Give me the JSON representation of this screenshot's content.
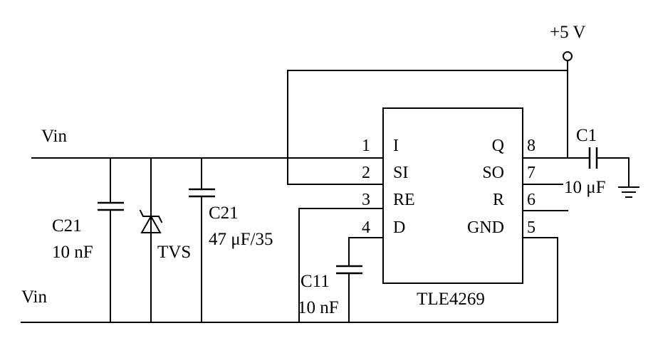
{
  "supply": {
    "label": "+5 V"
  },
  "nets": {
    "vin_top": "Vin",
    "vin_bottom": "Vin"
  },
  "ic": {
    "name": "TLE4269",
    "left_pins": [
      {
        "num": "1",
        "name": "I"
      },
      {
        "num": "2",
        "name": "SI"
      },
      {
        "num": "3",
        "name": "RE"
      },
      {
        "num": "4",
        "name": "D"
      }
    ],
    "right_pins": [
      {
        "num": "8",
        "name": "Q"
      },
      {
        "num": "7",
        "name": "SO"
      },
      {
        "num": "6",
        "name": "R"
      },
      {
        "num": "5",
        "name": "GND"
      }
    ]
  },
  "components": {
    "c21a": {
      "ref": "C21",
      "value": "10 nF"
    },
    "tvs": {
      "ref": "TVS"
    },
    "c21b": {
      "ref": "C21",
      "value": "47 μF/35"
    },
    "c11": {
      "ref": "C11",
      "value": "10 nF"
    },
    "c1": {
      "ref": "C1",
      "value": "10 μF"
    }
  }
}
